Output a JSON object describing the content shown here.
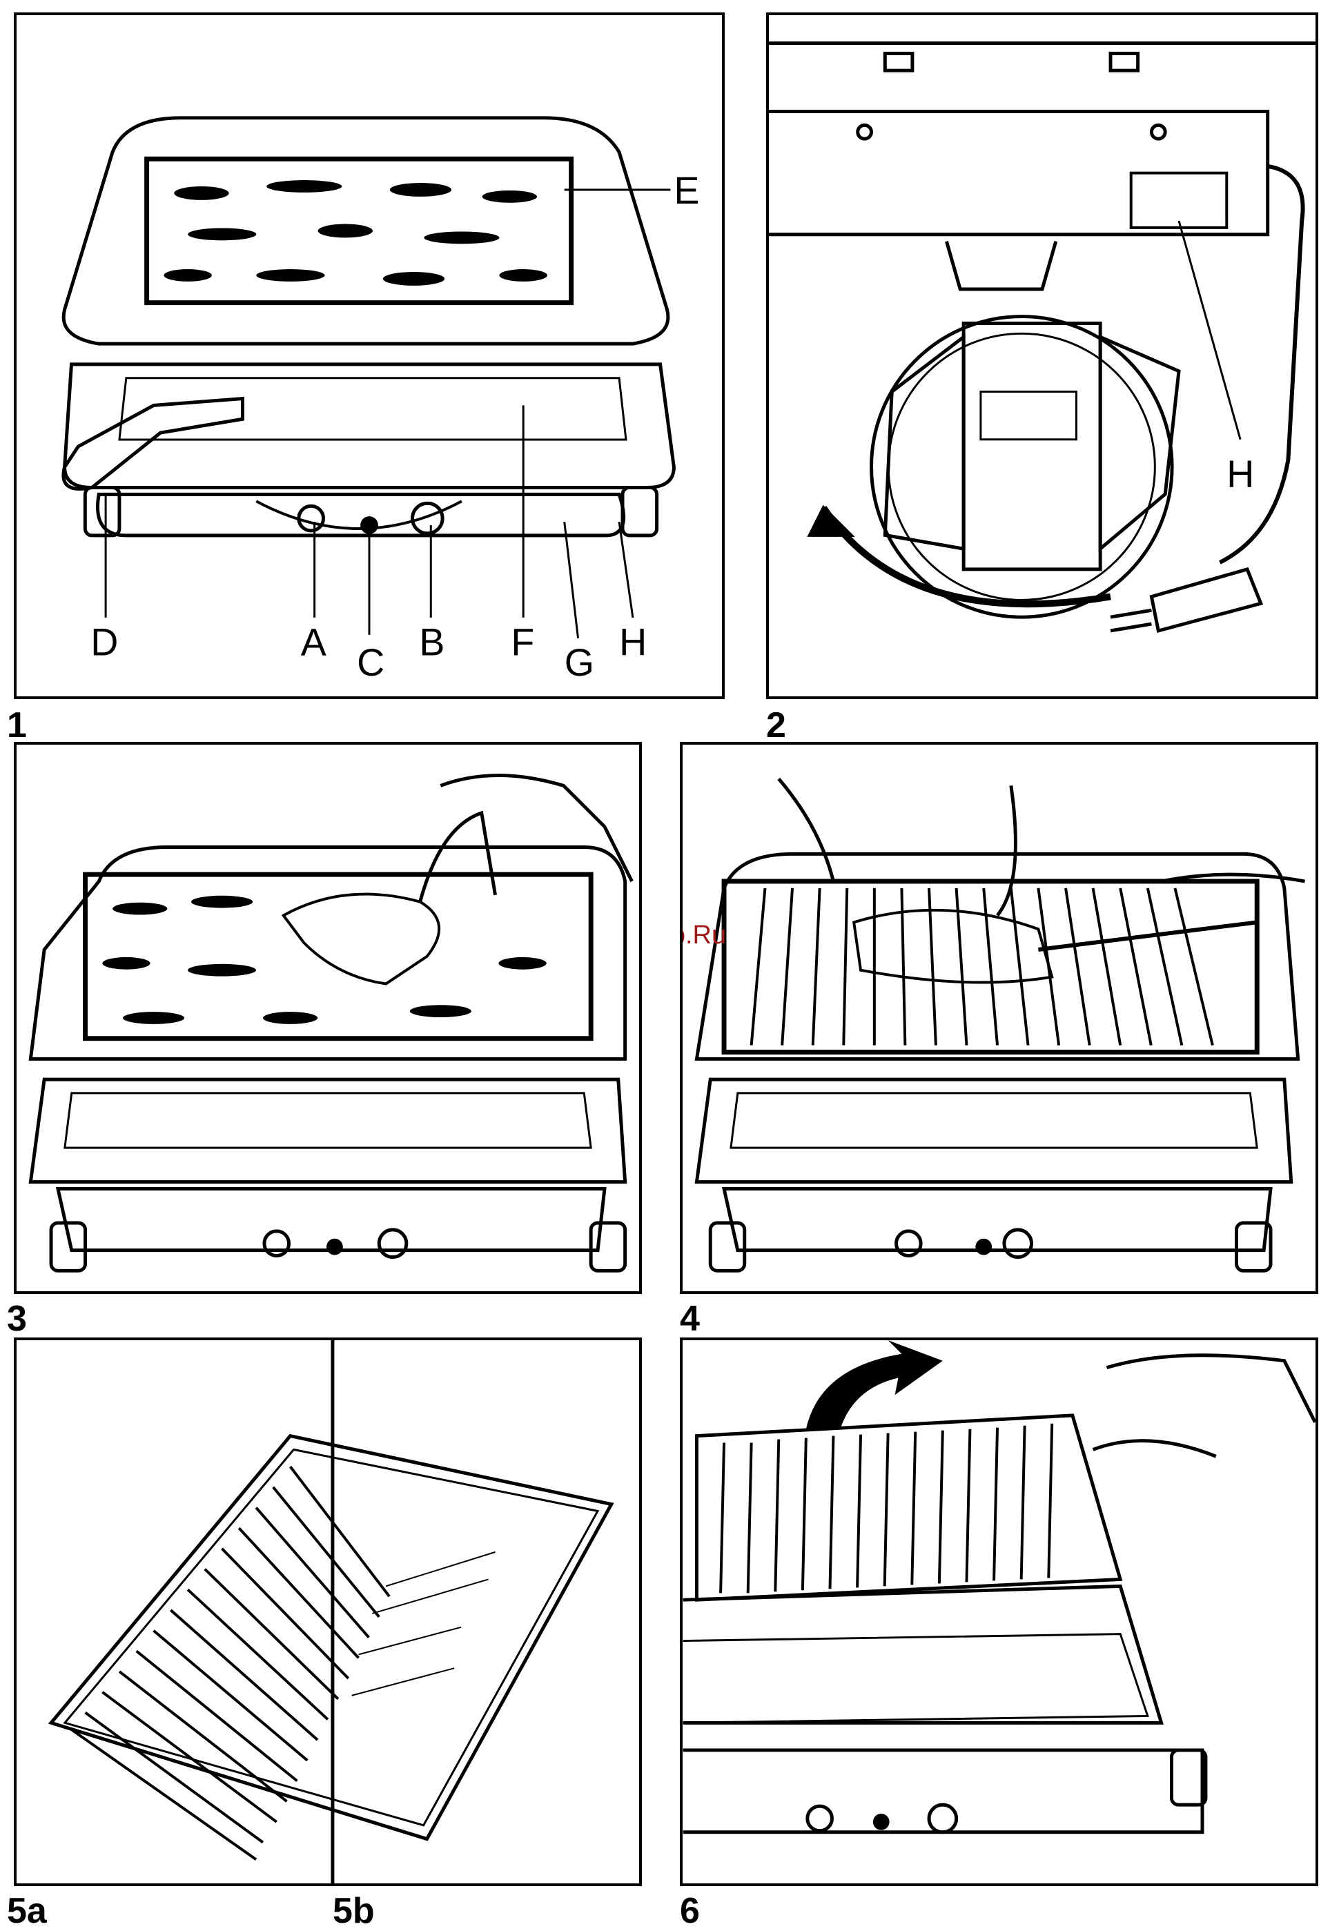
{
  "figures": [
    {
      "id": "1",
      "label": "1",
      "callouts": {
        "A": "A",
        "B": "B",
        "C": "C",
        "D": "D",
        "E": "E",
        "F": "F",
        "G": "G",
        "H": "H"
      }
    },
    {
      "id": "2",
      "label": "2",
      "callouts": {
        "H": "H"
      }
    },
    {
      "id": "3",
      "label": "3"
    },
    {
      "id": "4",
      "label": "4"
    },
    {
      "id": "5a",
      "label": "5a"
    },
    {
      "id": "5b",
      "label": "5b"
    },
    {
      "id": "6",
      "label": "6"
    }
  ],
  "watermark": "McGrp.Ru"
}
